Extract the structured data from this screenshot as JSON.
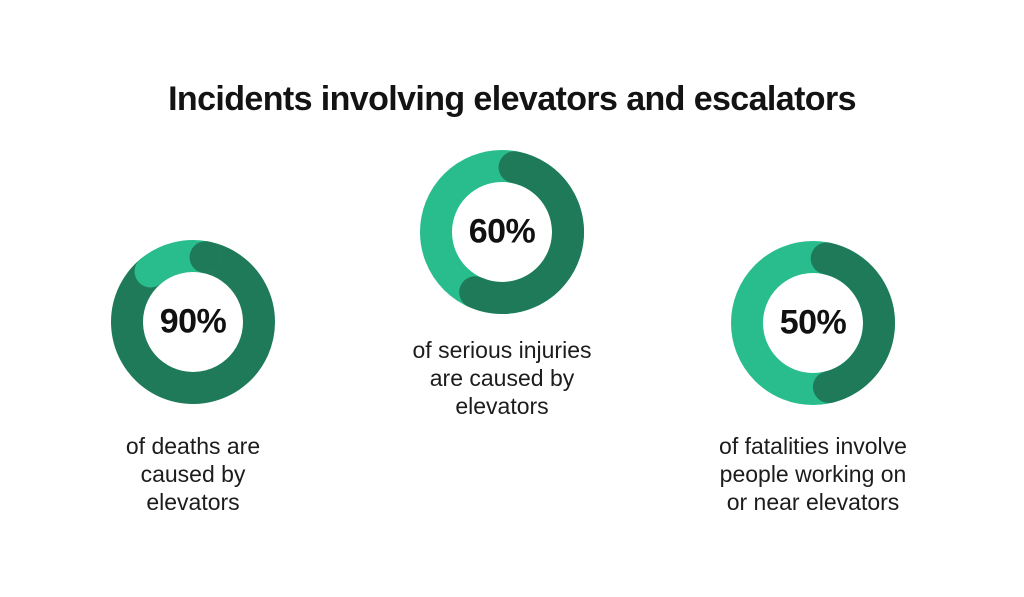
{
  "title": "Incidents involving elevators and escalators",
  "colors": {
    "dark_green": "#1e7a58",
    "light_green": "#29bd8d",
    "text": "#131313",
    "background": "#ffffff"
  },
  "chart_data": [
    {
      "type": "pie",
      "variant": "donut",
      "value": 90,
      "value_label": "90%",
      "caption": "of deaths are caused by elevators",
      "caption_lines": [
        "of deaths are",
        "caused by",
        "elevators"
      ],
      "series": [
        {
          "name": "highlight-dark-green",
          "value": 90
        },
        {
          "name": "remainder-light-green",
          "value": 10
        }
      ],
      "legend": "none"
    },
    {
      "type": "pie",
      "variant": "donut",
      "value": 60,
      "value_label": "60%",
      "caption": "of serious injuries are caused by elevators",
      "caption_lines": [
        "of serious injuries",
        "are caused by",
        "elevators"
      ],
      "series": [
        {
          "name": "highlight-dark-green",
          "value": 60
        },
        {
          "name": "remainder-light-green",
          "value": 40
        }
      ],
      "legend": "none"
    },
    {
      "type": "pie",
      "variant": "donut",
      "value": 50,
      "value_label": "50%",
      "caption": "of fatalities involve people working on or near elevators",
      "caption_lines": [
        "of fatalities involve",
        "people working on",
        "or near elevators"
      ],
      "series": [
        {
          "name": "highlight-dark-green",
          "value": 50
        },
        {
          "name": "remainder-light-green",
          "value": 50
        }
      ],
      "legend": "none"
    }
  ]
}
